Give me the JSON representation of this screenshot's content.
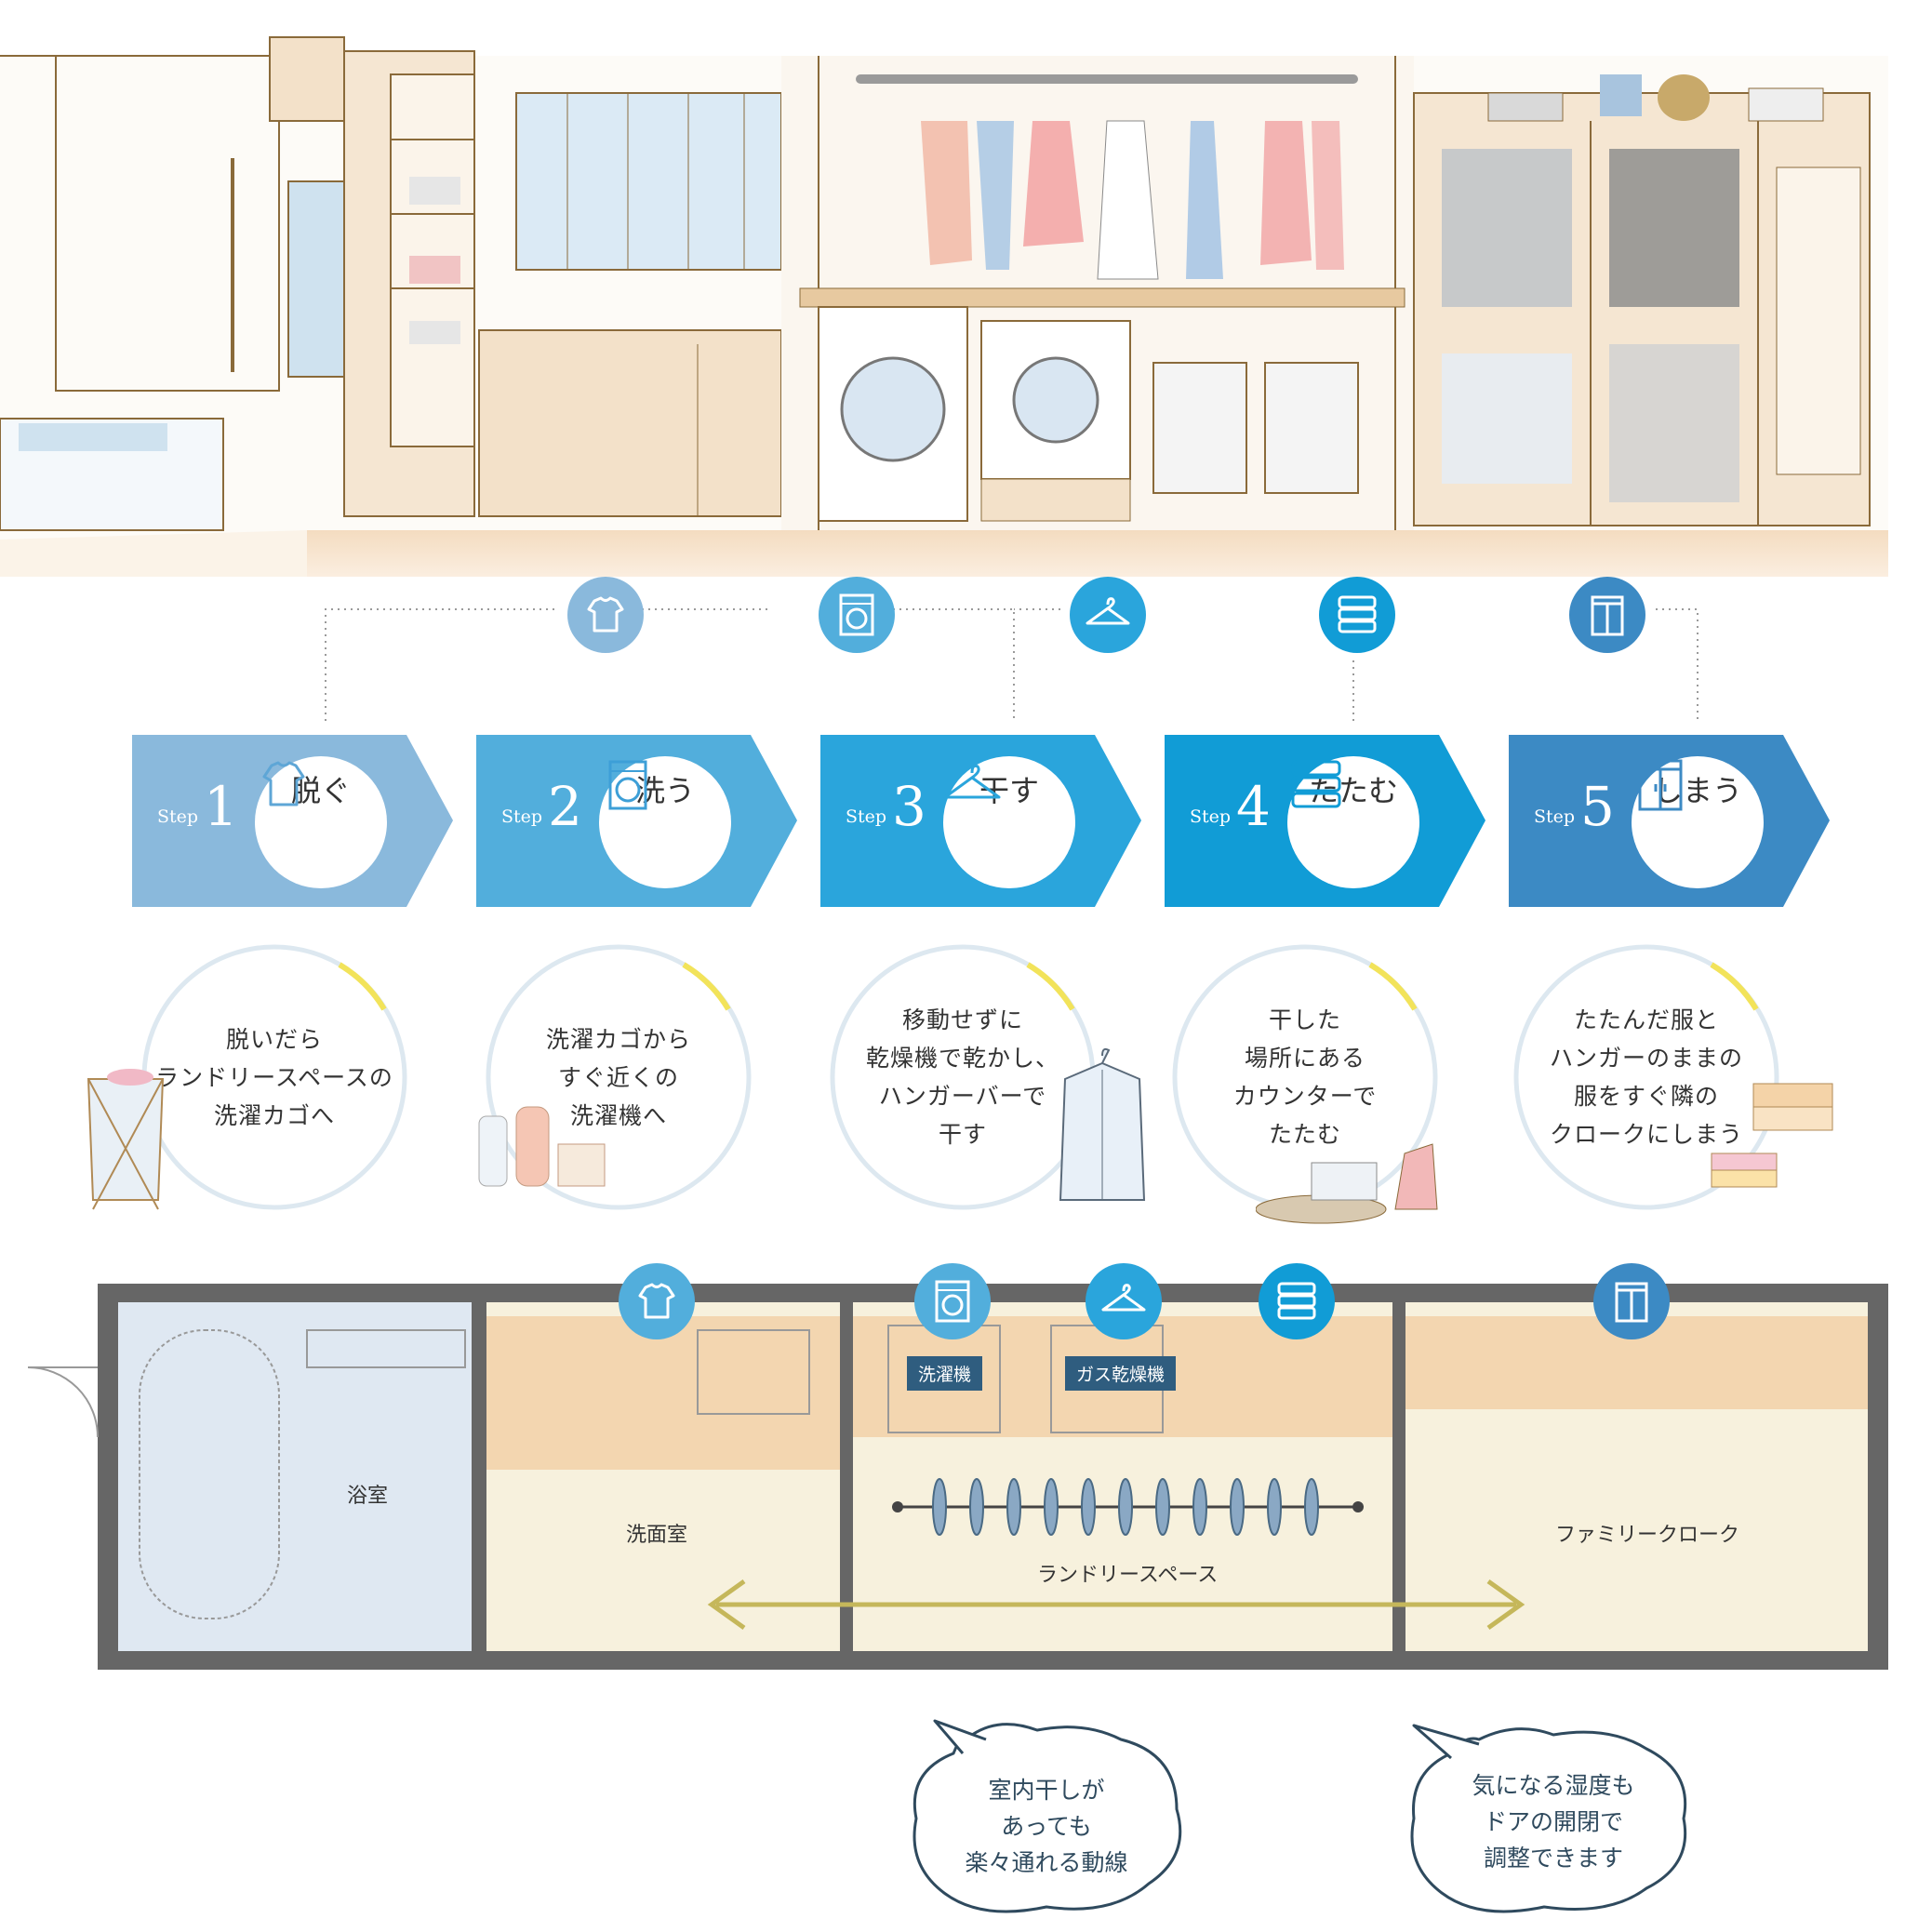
{
  "illustration": {
    "subject": "laundry-room-illustration"
  },
  "steps": [
    {
      "word": "Step",
      "number": "1",
      "title": "脱ぐ",
      "icon": "tshirt-icon",
      "color": "#8ab9dc"
    },
    {
      "word": "Step",
      "number": "2",
      "title": "洗う",
      "icon": "washing-machine-icon",
      "color": "#52aedc"
    },
    {
      "word": "Step",
      "number": "3",
      "title": "干す",
      "icon": "hanger-icon",
      "color": "#2aa5dc"
    },
    {
      "word": "Step",
      "number": "4",
      "title": "たたむ",
      "icon": "folded-clothes-icon",
      "color": "#119cd6"
    },
    {
      "word": "Step",
      "number": "5",
      "title": "しまう",
      "icon": "closet-icon",
      "color": "#3c8ac4"
    }
  ],
  "descriptions": [
    {
      "text": "脱いだら\nランドリースペースの\n洗濯カゴへ"
    },
    {
      "text": "洗濯カゴから\nすぐ近くの\n洗濯機へ"
    },
    {
      "text": "移動せずに\n乾燥機で乾かし、\nハンガーバーで\n干す"
    },
    {
      "text": "干した\n場所にある\nカウンターで\nたたむ"
    },
    {
      "text": "たたんだ服と\nハンガーのままの\n服をすぐ隣の\nクロークにしまう"
    }
  ],
  "floor_plan": {
    "rooms": {
      "bathroom": "浴室",
      "washroom": "洗面室",
      "laundry": "ランドリースペース",
      "cloak": "ファミリークローク"
    },
    "tags": {
      "washer": "洗濯機",
      "dryer": "ガス乾燥機"
    }
  },
  "bubbles": [
    {
      "text": "室内干しが\nあっても\n楽々通れる動線"
    },
    {
      "text": "気になる湿度も\nドアの開閉で\n調整できます"
    }
  ],
  "colors": {
    "accent_yellow": "#f2e35a",
    "circle_border": "#dde8f0",
    "wall_gray": "#666666",
    "floor_wood": "#f3d6b0",
    "tag_bg": "#2f5d7f"
  }
}
